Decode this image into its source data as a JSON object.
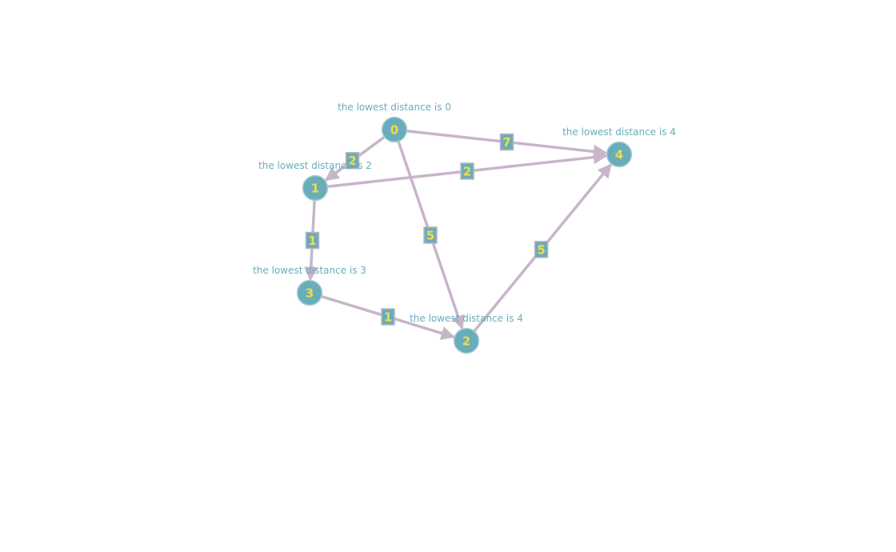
{
  "colors": {
    "node_fill": "#6aadba",
    "node_stroke": "#a9cfd7",
    "node_text": "#f0dc4a",
    "edge": "#c7b5c9",
    "caption_text": "#6aadba",
    "weight_fill": "#6aadba",
    "weight_stroke": "#b9b3c6",
    "weight_text": "#f0dc4a"
  },
  "nodes": [
    {
      "id": "0",
      "caption": "the lowest distance is 0"
    },
    {
      "id": "1",
      "caption": "the lowest distance is 2"
    },
    {
      "id": "2",
      "caption": "the lowest distance is 4"
    },
    {
      "id": "3",
      "caption": "the lowest distance is 3"
    },
    {
      "id": "4",
      "caption": "the lowest distance is 4"
    }
  ],
  "edges": [
    {
      "from": "0",
      "to": "1",
      "weight": "2"
    },
    {
      "from": "0",
      "to": "4",
      "weight": "7"
    },
    {
      "from": "0",
      "to": "2",
      "weight": "5"
    },
    {
      "from": "1",
      "to": "4",
      "weight": "2"
    },
    {
      "from": "1",
      "to": "3",
      "weight": "1"
    },
    {
      "from": "3",
      "to": "2",
      "weight": "1"
    },
    {
      "from": "2",
      "to": "4",
      "weight": "5"
    }
  ]
}
